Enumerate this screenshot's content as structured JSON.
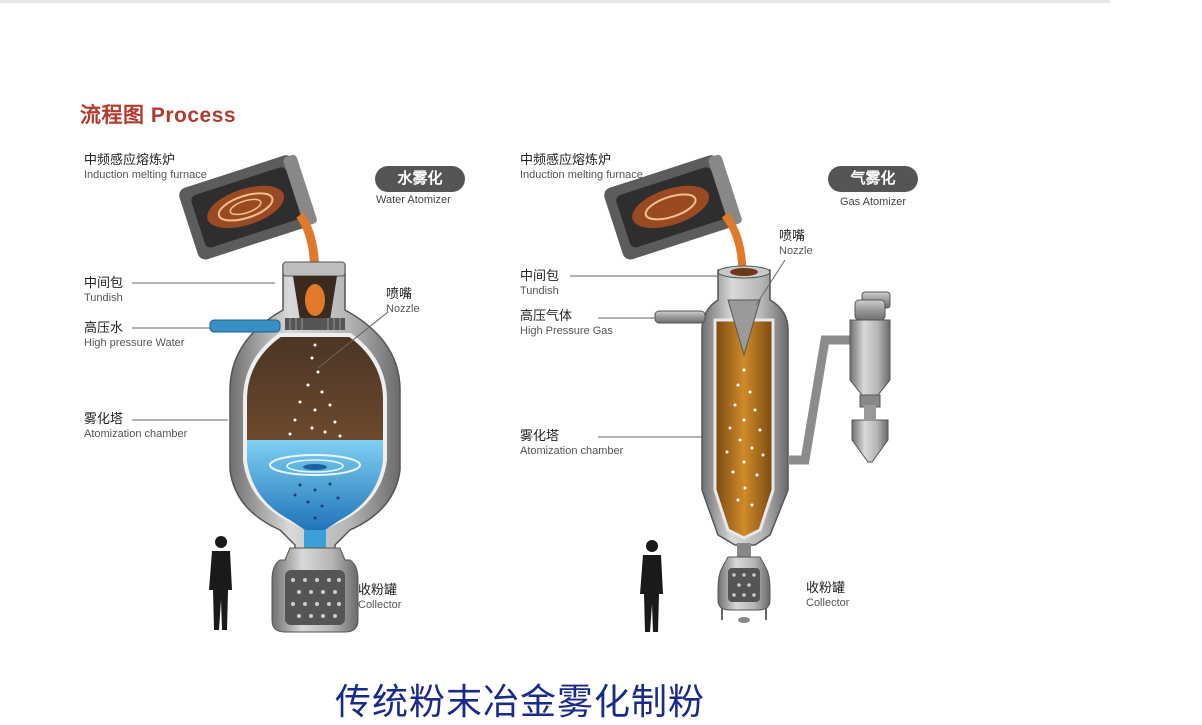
{
  "title": "流程图 Process",
  "water": {
    "badge": "水雾化",
    "badge_sub": "Water Atomizer",
    "furnace_cn": "中频感应熔炼炉",
    "furnace_en": "Induction melting furnace",
    "tundish_cn": "中间包",
    "tundish_en": "Tundish",
    "hp_cn": "高压水",
    "hp_en": "High pressure Water",
    "nozzle_cn": "喷嘴",
    "nozzle_en": "Nozzle",
    "chamber_cn": "雾化塔",
    "chamber_en": "Atomization chamber",
    "collector_cn": "收粉罐",
    "collector_en": "Collector"
  },
  "gas": {
    "badge": "气雾化",
    "badge_sub": "Gas Atomizer",
    "furnace_cn": "中频感应熔炼炉",
    "furnace_en": "Induction melting furnace",
    "tundish_cn": "中间包",
    "tundish_en": "Tundish",
    "hp_cn": "高压气体",
    "hp_en": "High Pressure Gas",
    "nozzle_cn": "喷嘴",
    "nozzle_en": "Nozzle",
    "chamber_cn": "雾化塔",
    "chamber_en": "Atomization chamber",
    "collector_cn": "收粉罐",
    "collector_en": "Collector"
  },
  "caption": "传统粉末冶金雾化制粉",
  "colors": {
    "title": "#b23a2e",
    "caption": "#1a2a8a",
    "molten": "#e07a2a",
    "water": "#3aa0d8",
    "steel": "#8c8c8c"
  }
}
